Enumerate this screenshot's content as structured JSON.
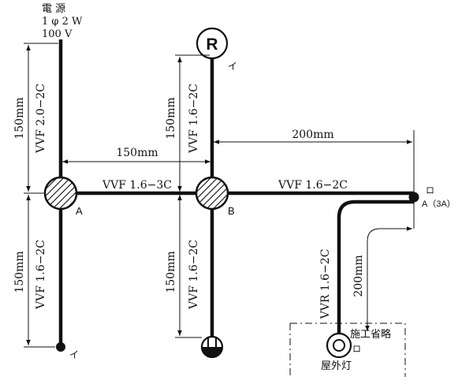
{
  "power": {
    "line1": "電 源",
    "line2": "1 φ 2 W",
    "line3": "100 V"
  },
  "cables": {
    "source_down": "VVF 2.0−2C",
    "a_down": "VVF 1.6−2C",
    "r_down": "VVF 1.6−2C",
    "b_down": "VVF 1.6−2C",
    "a_to_b": "VVF 1.6−3C",
    "b_to_sw": "VVF 1.6−2C",
    "outdoor": "VVR 1.6−2C"
  },
  "dims": {
    "left_top": "150mm",
    "left_bottom": "150mm",
    "ab": "150mm",
    "mid_top": "150mm",
    "mid_bottom": "150mm",
    "right": "200mm",
    "outdoor": "200mm"
  },
  "labels": {
    "box_a": "A",
    "box_b": "B",
    "receptacle_r": "R",
    "i_r": "イ",
    "i_bottom": "イ",
    "ro_switch": "ロ",
    "switch_a": "A（3A）",
    "ro_lamp": "ロ",
    "construction_omitted": "施工省略",
    "outdoor_lamp": "屋外灯"
  }
}
